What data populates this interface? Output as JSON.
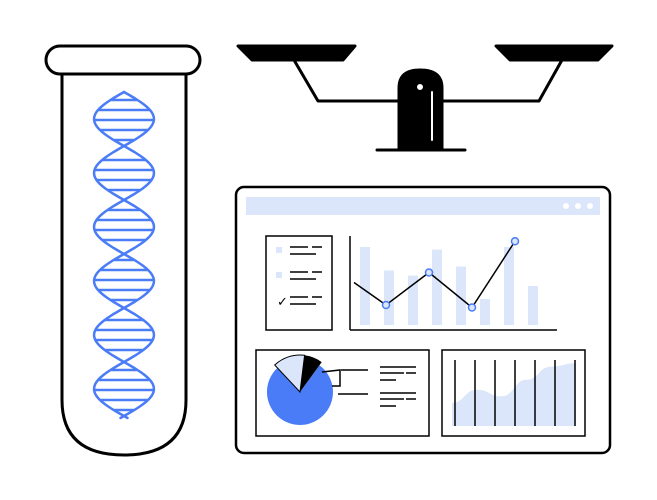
{
  "illustration": {
    "elements": [
      "test-tube",
      "dna-helix",
      "balance-scale",
      "dashboard-window"
    ]
  },
  "colors": {
    "ink": "#000000",
    "accent": "#4a7cf7",
    "accent_light": "#dbe6fb",
    "panel_bar": "#dbe6fb",
    "background": "#ffffff"
  },
  "dashboard": {
    "window_dots": 3,
    "checklist": {
      "items": [
        {
          "checked": false,
          "lines": 2
        },
        {
          "checked": false,
          "lines": 2
        },
        {
          "checked": true,
          "lines": 2
        }
      ]
    },
    "combo_chart": {
      "bars": [
        6,
        4.2,
        3.8,
        5.8,
        4.5,
        2,
        6,
        3
      ],
      "line": [
        3,
        1.2,
        3.8,
        1,
        6.3
      ]
    },
    "pie_chart": {
      "slices": [
        {
          "share": 0.78,
          "color": "#4a7cf7"
        },
        {
          "share": 0.14,
          "color": "#dbe6fb"
        },
        {
          "share": 0.08,
          "color": "#000000"
        }
      ]
    },
    "area_chart": {
      "values": [
        0.35,
        0.55,
        0.45,
        0.7,
        0.9,
        0.95
      ]
    }
  }
}
